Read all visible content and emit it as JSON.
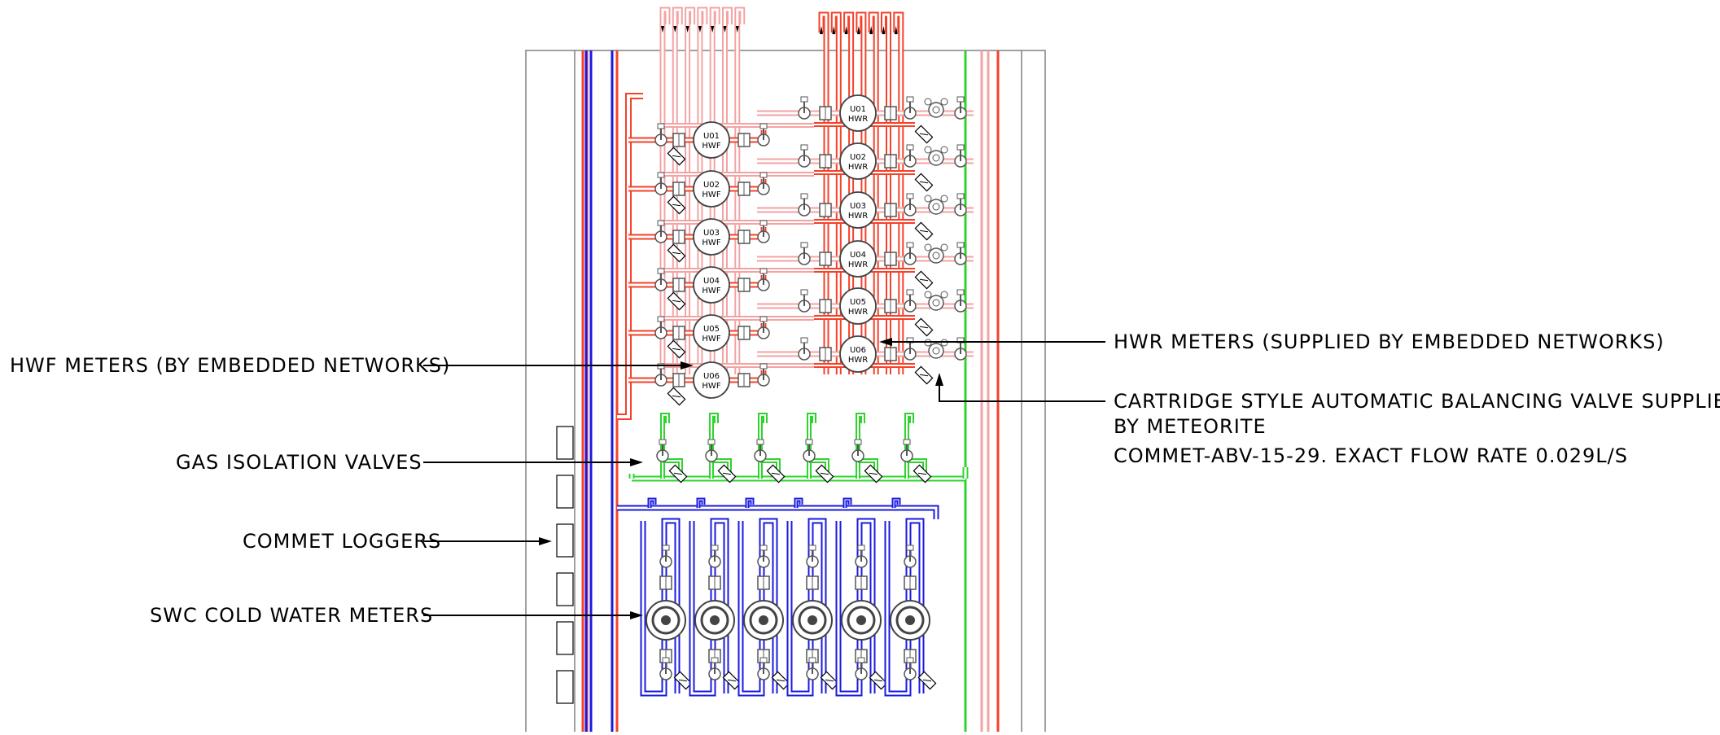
{
  "labels": {
    "hwf_meters": "HWF METERS (BY EMBEDDED NETWORKS)",
    "gas_valves": "GAS ISOLATION VALVES",
    "loggers": "COMMET LOGGERS",
    "cold_meters": "SWC COLD WATER METERS",
    "hwr_meters": "HWR METERS (SUPPLIED BY EMBEDDED NETWORKS)",
    "abv_line1": "CARTRIDGE STYLE AUTOMATIC BALANCING VALVE SUPPLIED",
    "abv_line2": "BY METEORITE",
    "abv_line3": "COMMET-ABV-15-29. EXACT FLOW RATE 0.029L/S"
  },
  "hwf_meters": [
    {
      "unit": "U01",
      "type": "HWF"
    },
    {
      "unit": "U02",
      "type": "HWF"
    },
    {
      "unit": "U03",
      "type": "HWF"
    },
    {
      "unit": "U04",
      "type": "HWF"
    },
    {
      "unit": "U05",
      "type": "HWF"
    },
    {
      "unit": "U06",
      "type": "HWF"
    }
  ],
  "hwr_meters": [
    {
      "unit": "U01",
      "type": "HWR"
    },
    {
      "unit": "U02",
      "type": "HWR"
    },
    {
      "unit": "U03",
      "type": "HWR"
    },
    {
      "unit": "U04",
      "type": "HWR"
    },
    {
      "unit": "U05",
      "type": "HWR"
    },
    {
      "unit": "U06",
      "type": "HWR"
    }
  ],
  "colors": {
    "hot_flow": "#f4941f",
    "hot_return": "#f07e7e",
    "hwf_pipe": "#f5412a",
    "hwr_pipe": "#f4a3a3",
    "gas": "#2ed42e",
    "cold": "#1a1ae0",
    "cabinet": "#808080"
  }
}
